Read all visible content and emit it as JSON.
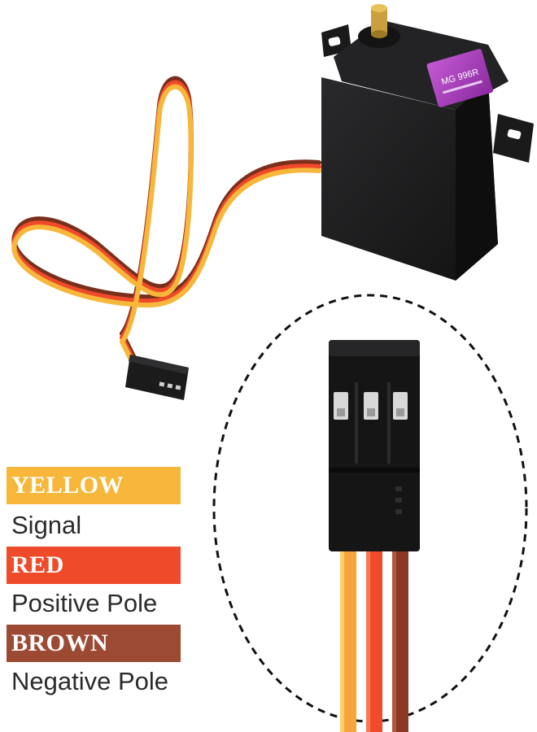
{
  "servo": {
    "model_label": "MG 996R",
    "body_color": "#1c1c1e",
    "label_color": "#b23fc4"
  },
  "wires": {
    "signal_color": "#f6b73a",
    "positive_color": "#ef4a2a",
    "negative_color": "#8a3a22"
  },
  "legend": [
    {
      "name": "YELLOW",
      "description": "Signal",
      "color": "#f6b73a"
    },
    {
      "name": "RED",
      "description": "Positive Pole",
      "color": "#ef4a2a"
    },
    {
      "name": "BROWN",
      "description": "Negative Pole",
      "color": "#9c4a34"
    }
  ]
}
